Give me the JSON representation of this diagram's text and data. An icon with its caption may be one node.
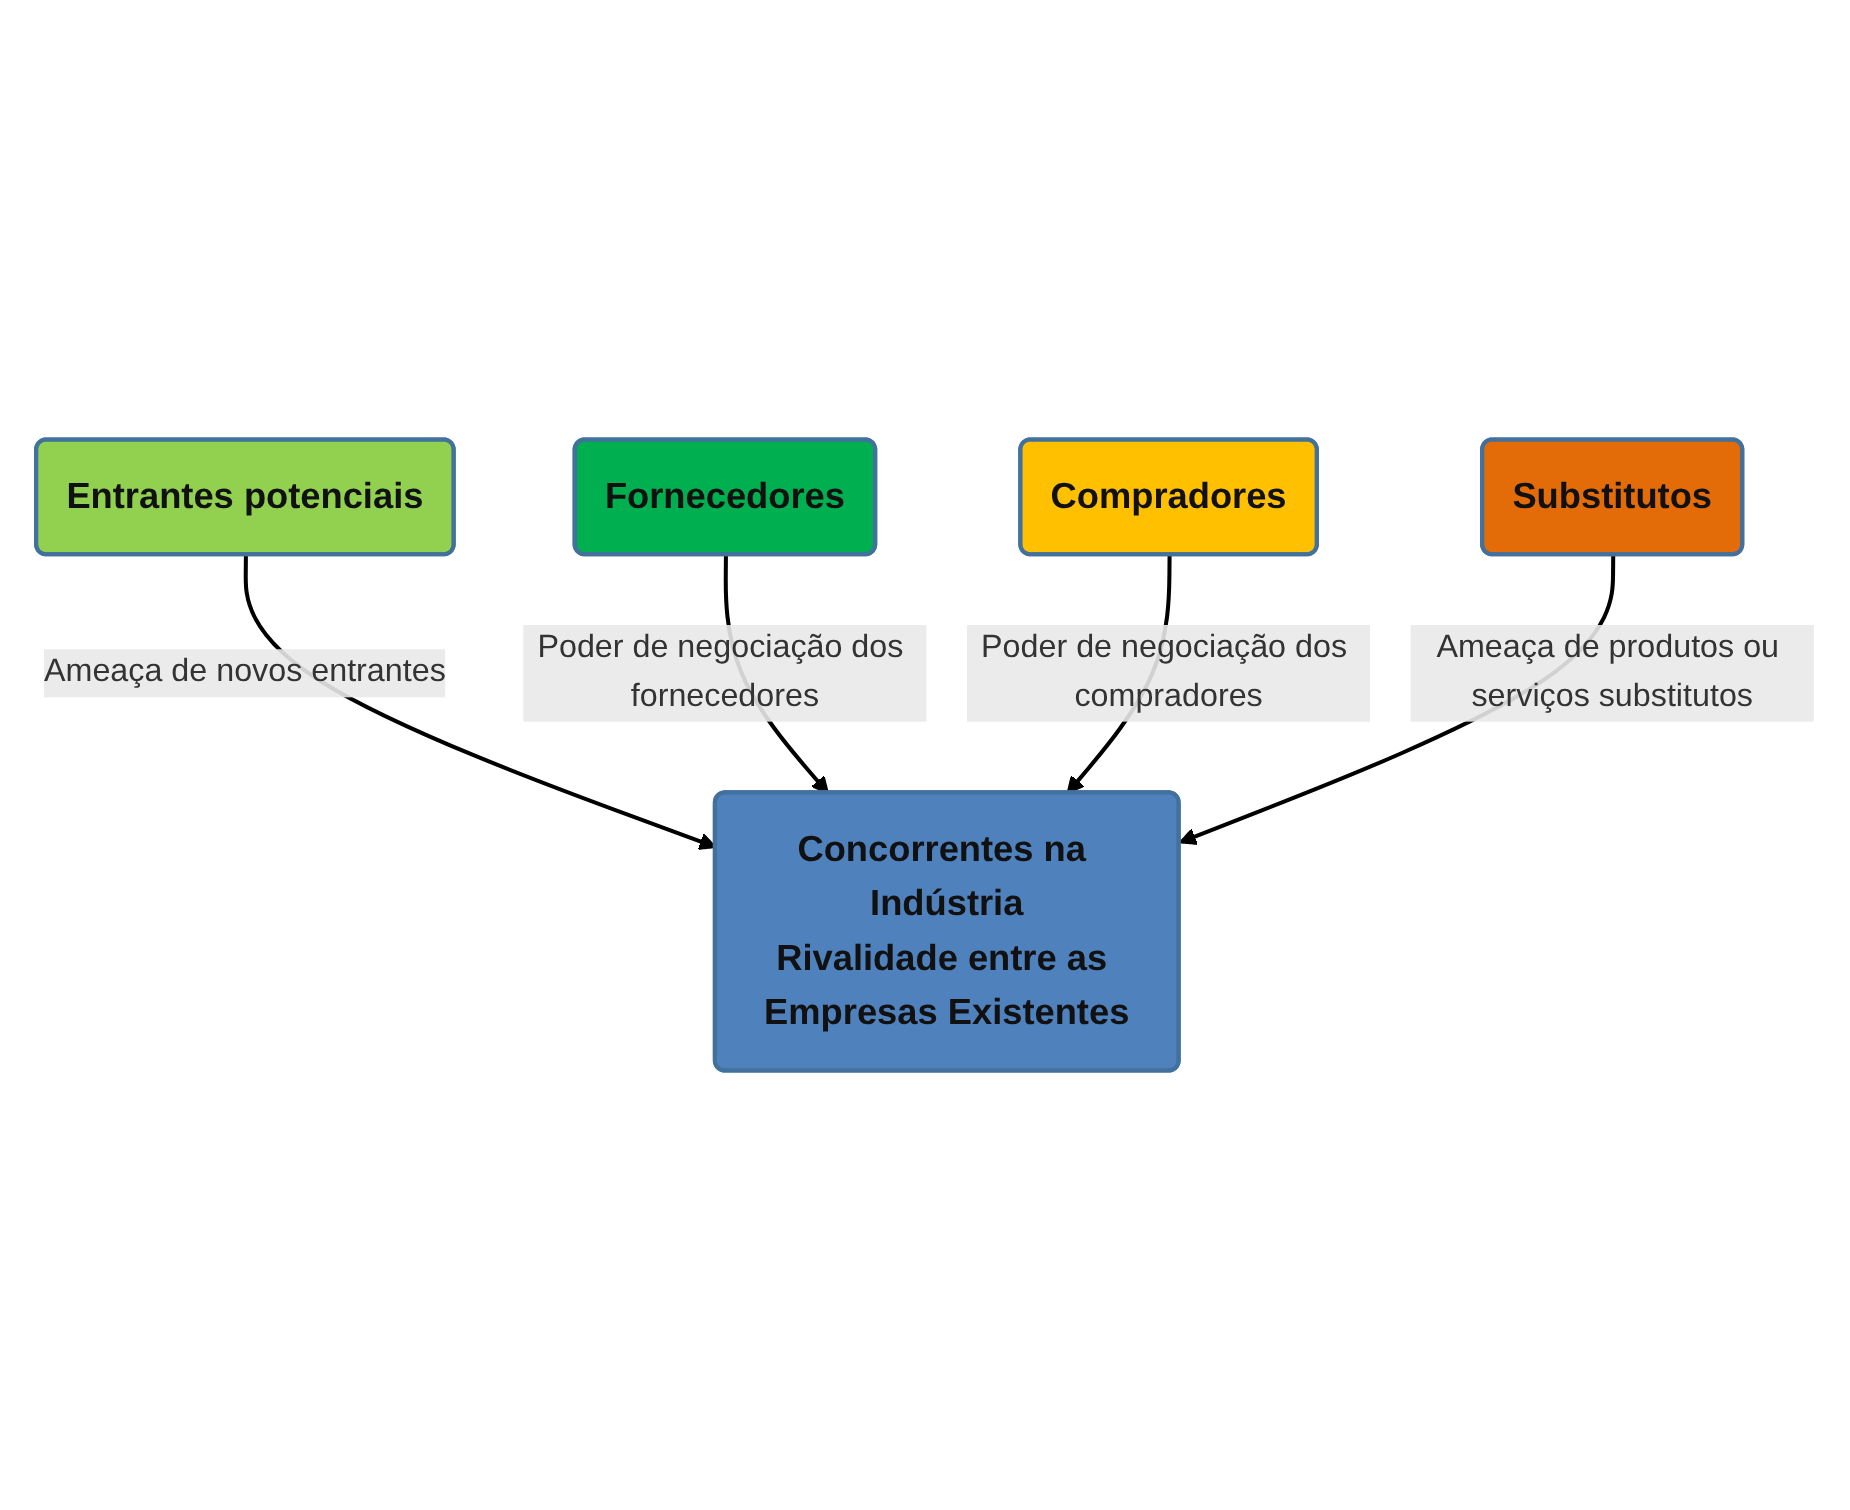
{
  "diagram": {
    "nodes": [
      {
        "text": [
          "Entrantes potenciais"
        ]
      },
      {
        "text": [
          "Fornecedores"
        ]
      },
      {
        "text": [
          "Concorrentes na Indústria",
          "Rivalidade entre as Empresas Existentes"
        ]
      },
      {
        "text": [
          "Compradores"
        ]
      },
      {
        "text": [
          "Substitutos"
        ]
      }
    ],
    "edges": [
      {
        "from": 0,
        "to": 2,
        "arrow": "to",
        "label": "Ameaça de novos entrantes"
      },
      {
        "from": 1,
        "to": 2,
        "arrow": "to",
        "label": "Poder de negociação dos fornecedores"
      },
      {
        "from": 3,
        "to": 2,
        "arrow": "to",
        "label": "Poder de negociação dos compradores"
      },
      {
        "from": 4,
        "to": 2,
        "arrow": "to",
        "label": "Ameaça de produtos ou serviços substitutos"
      }
    ]
  }
}
